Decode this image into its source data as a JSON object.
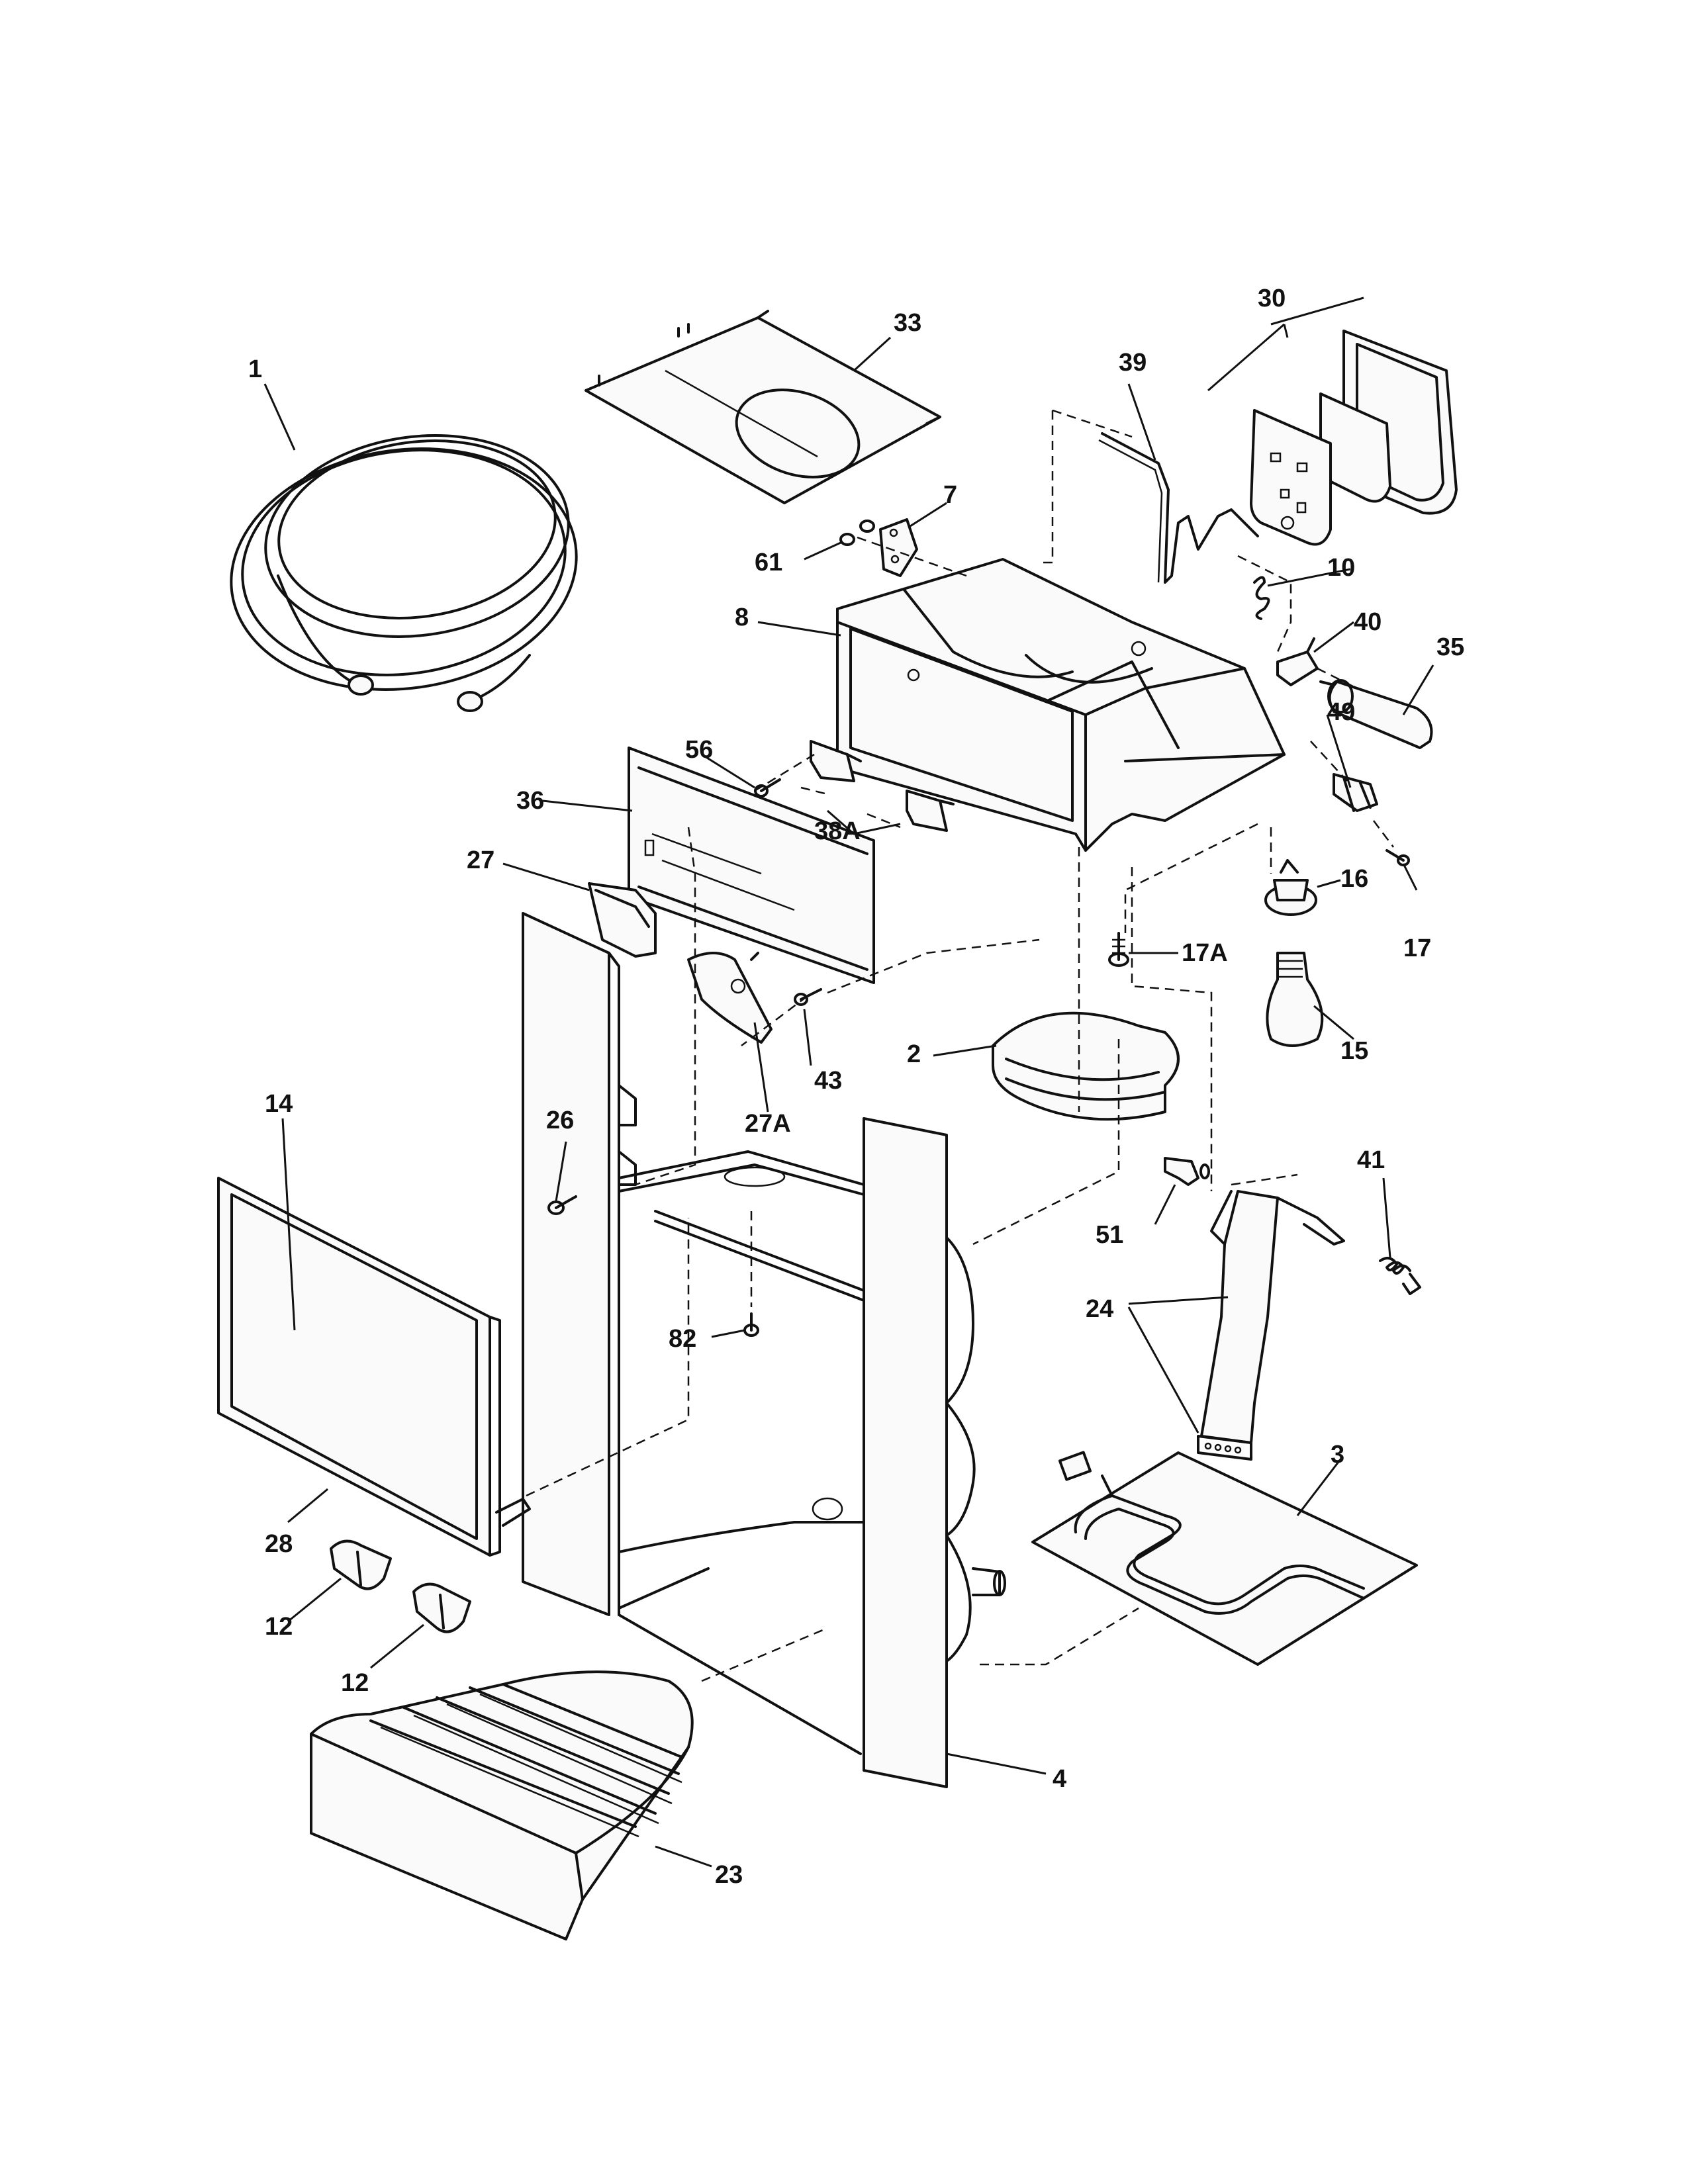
{
  "labels": {
    "l1": "1",
    "l33": "33",
    "l30": "30",
    "l39": "39",
    "l7": "7",
    "l61": "61",
    "l10": "10",
    "l40": "40",
    "l35": "35",
    "l8": "8",
    "l49": "49",
    "l56": "56",
    "l36": "36",
    "l38a": "38A",
    "l27": "27",
    "l16": "16",
    "l17": "17",
    "l17a": "17A",
    "l15": "15",
    "l43": "43",
    "l2": "2",
    "l27a": "27A",
    "l14": "14",
    "l26": "26",
    "l41": "41",
    "l51": "51",
    "l24": "24",
    "l82": "82",
    "l3": "3",
    "l28": "28",
    "l12a": "12",
    "l12b": "12",
    "l4": "4",
    "l23": "23"
  }
}
